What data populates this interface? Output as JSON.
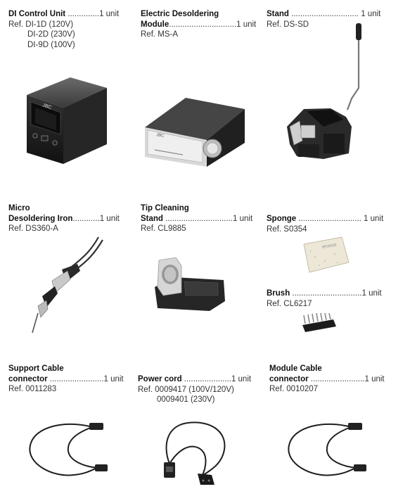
{
  "items": [
    {
      "lines": [
        {
          "title": "DI Control Unit",
          "dots": " ..............",
          "qty": "1 unit"
        },
        {
          "ref": "Ref.  DI-1D (120V)"
        },
        {
          "ref": "DI-2D (230V)"
        },
        {
          "ref": "DI-9D (100V)"
        }
      ]
    },
    {
      "lines": [
        {
          "title": "Electric Desoldering"
        },
        {
          "title": "Module",
          "dots": "..............................",
          "qty": "1 unit"
        },
        {
          "ref": "Ref. MS-A"
        }
      ]
    },
    {
      "lines": [
        {
          "title": "Stand",
          "dots": " ..............................",
          "qty": " 1 unit"
        },
        {
          "ref": "Ref. DS-SD"
        }
      ]
    },
    {
      "lines": [
        {
          "title": "Micro"
        },
        {
          "title": "Desoldering Iron",
          "dots": "............",
          "qty": "1 unit"
        },
        {
          "ref": "Ref. DS360-A"
        }
      ]
    },
    {
      "lines": [
        {
          "title": "Tip Cleaning"
        },
        {
          "title": "Stand",
          "dots": " ..............................",
          "qty": "1 unit"
        },
        {
          "ref": "Ref. CL9885"
        }
      ]
    },
    {
      "lines": [
        {
          "title": "Sponge",
          "dots": " ............................",
          "qty": " 1 unit"
        },
        {
          "ref": "Ref. S0354"
        }
      ]
    },
    {
      "lines": [
        {
          "title": "Brush",
          "dots": " ...............................",
          "qty": "1 unit"
        },
        {
          "ref": "Ref. CL6217"
        }
      ]
    },
    {
      "lines": [
        {
          "title": "Support Cable"
        },
        {
          "title": "connector",
          "dots": " ........................",
          "qty": "1 unit"
        },
        {
          "ref": "Ref. 0011283"
        }
      ]
    },
    {
      "lines": [
        {
          "title": "Power cord",
          "dots": " .....................",
          "qty": "1 unit"
        },
        {
          "ref": "Ref.  0009417 (100V/120V)"
        },
        {
          "ref": "0009401 (230V)"
        }
      ]
    },
    {
      "lines": [
        {
          "title": "Module Cable"
        },
        {
          "title": "connector",
          "dots": " ........................",
          "qty": "1 unit"
        },
        {
          "ref": "Ref. 0010207"
        }
      ]
    }
  ],
  "logos": {
    "unit": "JBC",
    "module": "JBC"
  },
  "sponge_print": "SPONGE"
}
